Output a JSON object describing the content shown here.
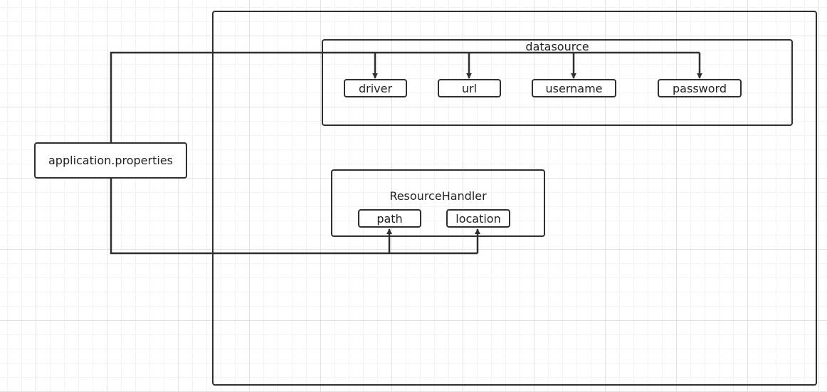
{
  "diagram": {
    "source_node": "application.properties",
    "datasource": {
      "title": "datasource",
      "fields": [
        "driver",
        "url",
        "username",
        "password"
      ]
    },
    "resource_handler": {
      "title": "ResourceHandler",
      "fields": [
        "path",
        "location"
      ]
    }
  },
  "colors": {
    "stroke": "#2f2f2f",
    "node_fill": "#ffffff",
    "grid": "#e2e2e2"
  }
}
